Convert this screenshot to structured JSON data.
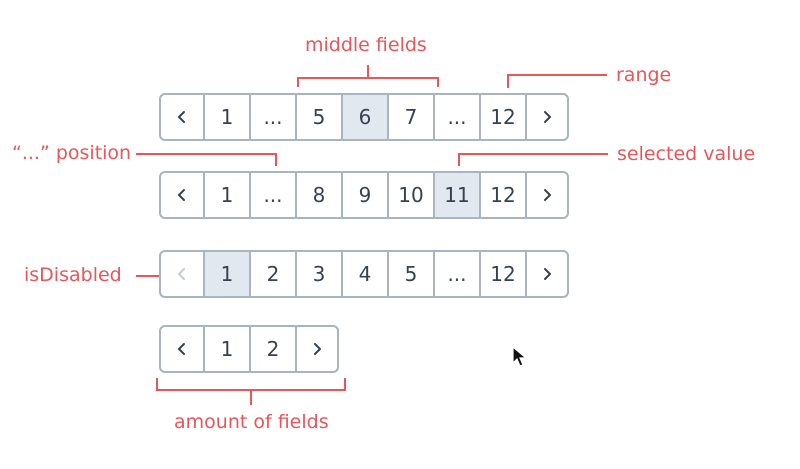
{
  "labels": {
    "middle_fields": "middle fields",
    "range": "range",
    "dots_position": "“...” position",
    "selected_value": "selected value",
    "is_disabled": "isDisabled",
    "amount_of_fields": "amount of fields"
  },
  "colors": {
    "annotation": "#e5575a",
    "border": "#a9b3c1",
    "selected_bg": "#e2e8f0",
    "text": "#374151",
    "disabled": "#c5ccd6"
  },
  "icons": {
    "prev": "chevron-left-icon",
    "next": "chevron-right-icon"
  },
  "rows": [
    {
      "pages": [
        "1",
        "...",
        "5",
        "6",
        "7",
        "...",
        "12"
      ],
      "selected": "6",
      "prev_disabled": false
    },
    {
      "pages": [
        "1",
        "...",
        "8",
        "9",
        "10",
        "11",
        "12"
      ],
      "selected": "11",
      "prev_disabled": false
    },
    {
      "pages": [
        "1",
        "2",
        "3",
        "4",
        "5",
        "...",
        "12"
      ],
      "selected": "1",
      "prev_disabled": true
    },
    {
      "pages": [
        "1",
        "2"
      ],
      "selected": "",
      "prev_disabled": false
    }
  ]
}
